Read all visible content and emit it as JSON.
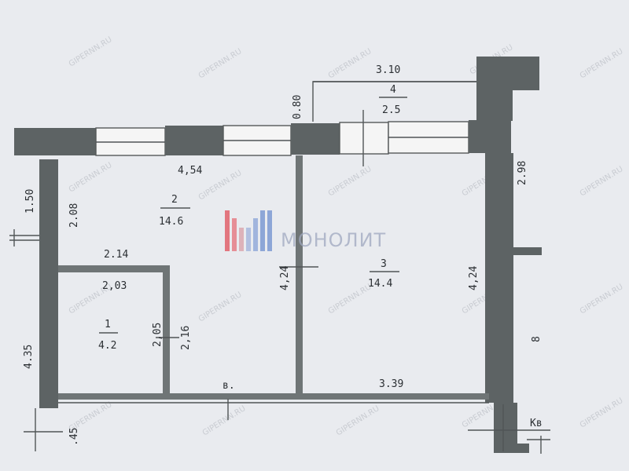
{
  "plan": {
    "dimensions": {
      "balcony_width": "3.10",
      "balcony_depth": "0.80",
      "room2_top": "4,54",
      "room2_left": "2.08",
      "left_upper": "1.50",
      "right_outer": "2.98",
      "kitchen_top_outer": "2.14",
      "kitchen_top_inner": "2,03",
      "kitchen_height_a": "2,05",
      "kitchen_height_b": "2,16",
      "partition_height": "4,24",
      "room3_right": "4,24",
      "left_lower": "4.35",
      "room3_bottom": "3.39",
      "bottom_left": ".45"
    },
    "rooms": [
      {
        "number": "1",
        "area": "4.2"
      },
      {
        "number": "2",
        "area": "14.6"
      },
      {
        "number": "3",
        "area": "14.4"
      },
      {
        "number": "4",
        "area": "2.5"
      }
    ],
    "labels": {
      "entrance": "в.",
      "apartment": "Кв",
      "mark_right": "8"
    },
    "watermark": {
      "brand": "МОНОЛИТ",
      "site": "GIPERNN.RU"
    },
    "colors": {
      "paper": "#e9ebef",
      "wall": "#5d6364",
      "logo_red": "#e0505a",
      "logo_blue": "#6f8fcf"
    }
  }
}
